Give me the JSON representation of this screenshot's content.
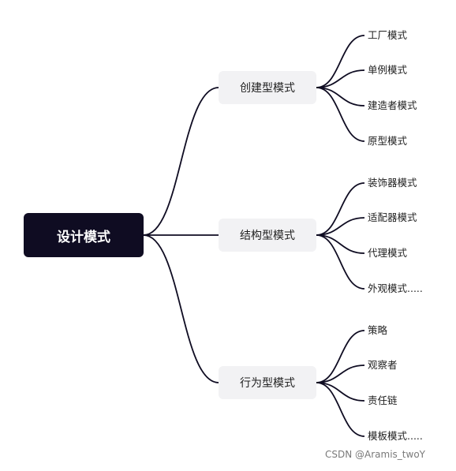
{
  "root": {
    "label": "设计模式"
  },
  "categories": [
    {
      "label": "创建型模式",
      "children": [
        "工厂模式",
        "单例模式",
        "建造者模式",
        "原型模式"
      ]
    },
    {
      "label": "结构型模式",
      "children": [
        "装饰器模式",
        "适配器模式",
        "代理模式",
        "外观模式....."
      ]
    },
    {
      "label": "行为型模式",
      "children": [
        "策略",
        "观察者",
        "责任链",
        "模板模式....."
      ]
    }
  ],
  "watermark": "CSDN @Aramis_twoY"
}
